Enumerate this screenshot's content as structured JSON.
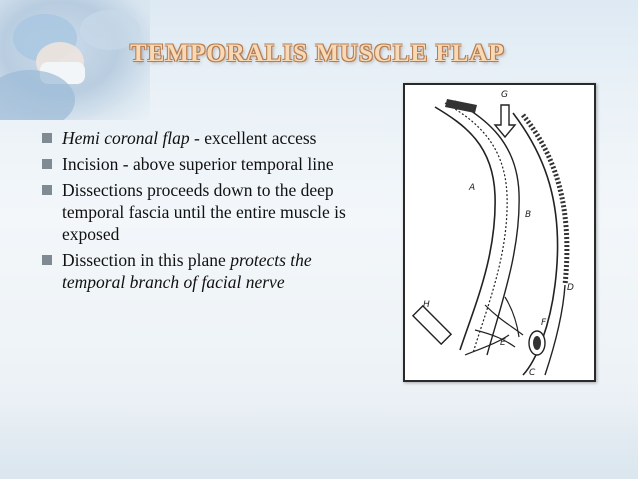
{
  "title": "TEMPORALIS  MUSCLE  FLAP",
  "bullets": [
    {
      "italic": "Hemi coronal flap",
      "text": " - excellent access"
    },
    {
      "text": "Incision - above  superior temporal line"
    },
    {
      "text": "Dissections proceeds down to the deep temporal fascia until the entire muscle is exposed"
    },
    {
      "text": "Dissection in this plane ",
      "italic_after": "protects the temporal branch of facial nerve"
    }
  ],
  "figure_labels": {
    "g": "G",
    "a": "A",
    "b": "B",
    "d": "D",
    "f": "F",
    "h": "H",
    "e": "E",
    "c": "C"
  },
  "colors": {
    "title_fill": "#f7d9b5",
    "title_outline": "#b77d52",
    "bullet_marker": "#7f8a93"
  }
}
